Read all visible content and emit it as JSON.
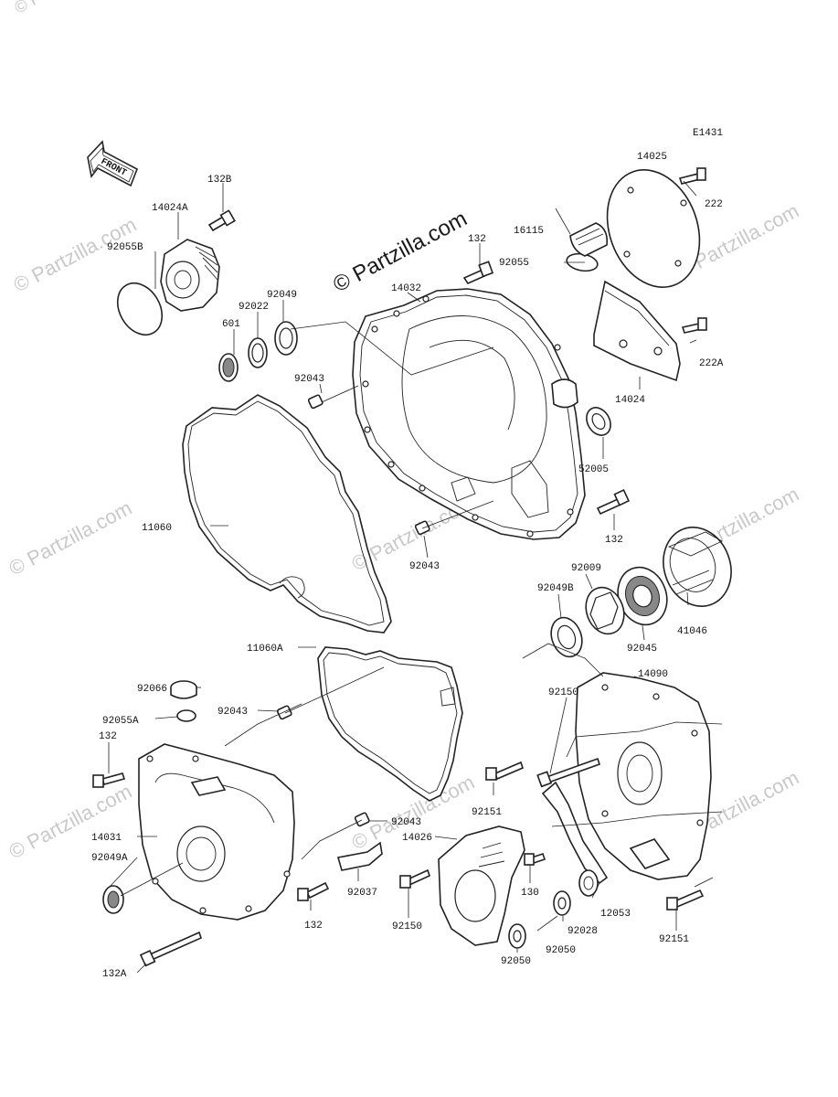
{
  "diagram": {
    "code": "E1431",
    "front_label": "FRONT",
    "watermarks": [
      "© Partzilla.com",
      "© Partzilla.com",
      "© Partzilla.com",
      "© Partzilla.com",
      "© Partzilla.com",
      "© Partzilla.com",
      "© Partzilla.com",
      "© Partzilla.com",
      "© Partzilla.com",
      "© Partzilla.com"
    ],
    "labels": {
      "l14025": "14025",
      "l222": "222",
      "l16115": "16115",
      "l92055": "92055",
      "l132_top": "132",
      "l14032": "14032",
      "l132B": "132B",
      "l14024A": "14024A",
      "l92055B": "92055B",
      "l92049": "92049",
      "l92022": "92022",
      "l601": "601",
      "l92043_a": "92043",
      "l222A": "222A",
      "l14024": "14024",
      "l52005": "52005",
      "l11060": "11060",
      "l132_mid": "132",
      "l92043_b": "92043",
      "l92009": "92009",
      "l92049B": "92049B",
      "l41046": "41046",
      "l92045": "92045",
      "l11060A": "11060A",
      "l92066": "92066",
      "l92043_c": "92043",
      "l92055A": "92055A",
      "l132_left": "132",
      "l92150_top": "92150",
      "l14090": "14090",
      "l92151_mid": "92151",
      "l92043_d": "92043",
      "l14026": "14026",
      "l14031": "14031",
      "l92049A": "92049A",
      "l92037": "92037",
      "l130": "130",
      "l12053": "12053",
      "l132_bot": "132",
      "l92150_bot": "92150",
      "l92028": "92028",
      "l92151_bot": "92151",
      "l92050_a": "92050",
      "l92050_b": "92050",
      "l132A": "132A"
    }
  }
}
